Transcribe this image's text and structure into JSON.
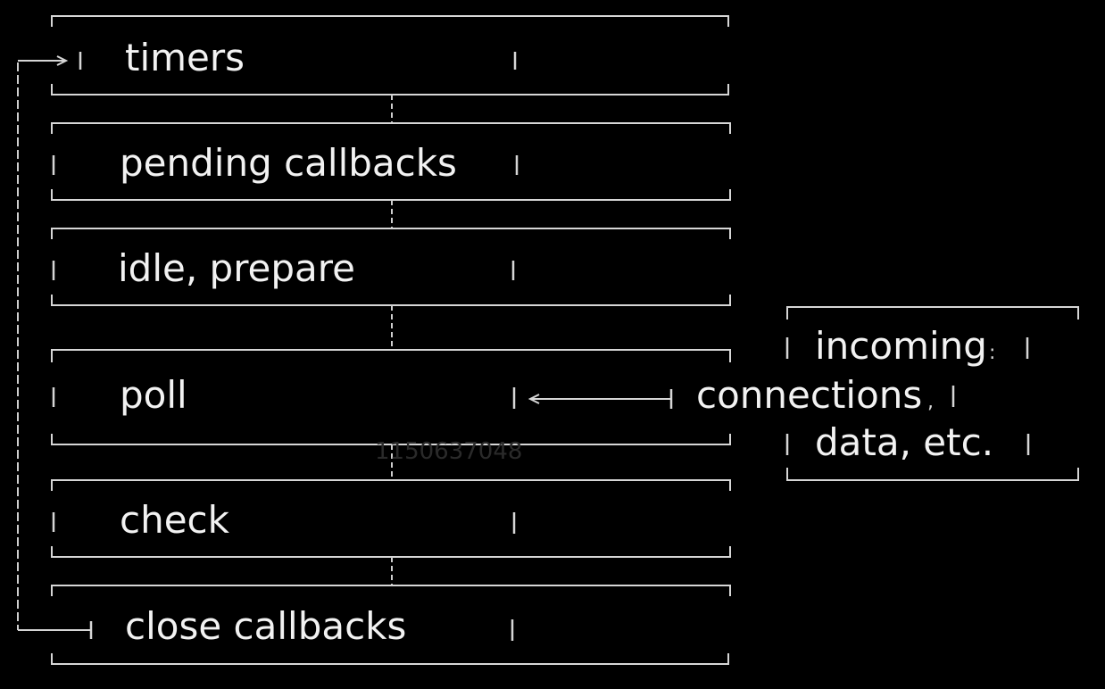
{
  "phases": [
    {
      "label": "timers"
    },
    {
      "label": "pending callbacks"
    },
    {
      "label": "idle, prepare"
    },
    {
      "label": "poll"
    },
    {
      "label": "check"
    },
    {
      "label": "close callbacks"
    }
  ],
  "incoming": {
    "line1": "incoming",
    "line2": "connections",
    "line3": "data, etc."
  },
  "separators": {
    "line1": ":",
    "line2": ","
  },
  "watermark": "1150637048",
  "colors": {
    "background": "#000000",
    "stroke": "#d6d6d6",
    "text": "#f2f2f2"
  }
}
